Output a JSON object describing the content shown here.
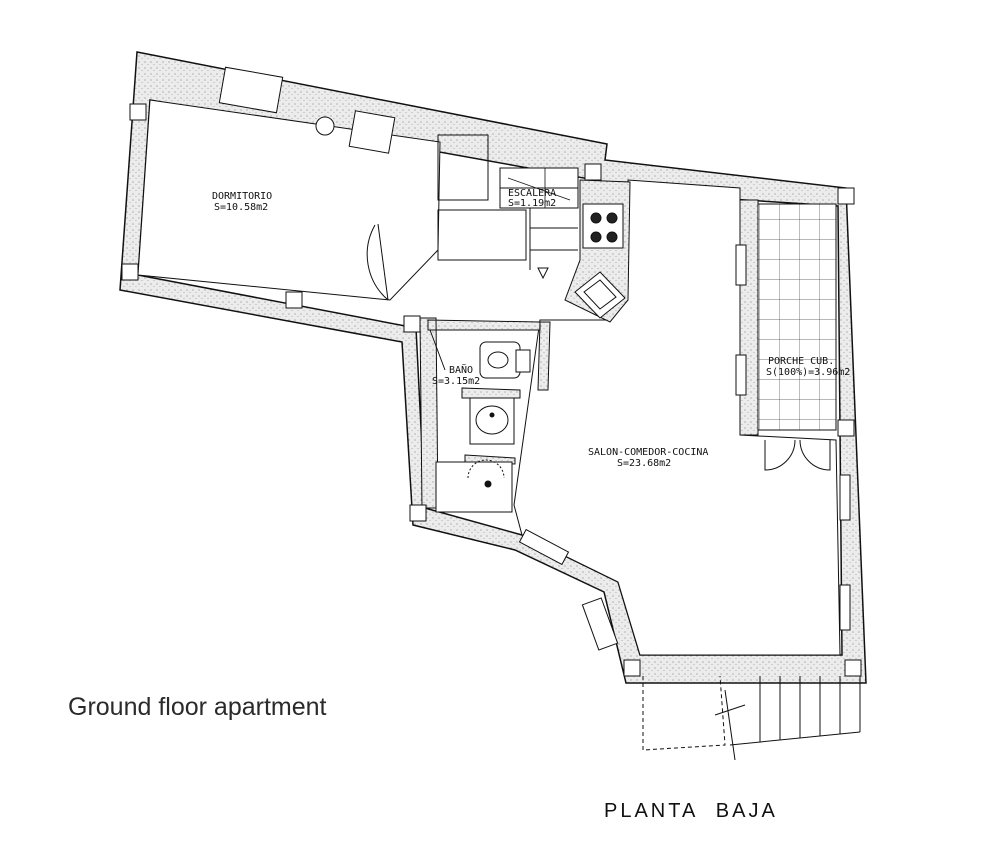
{
  "caption": "Ground floor apartment",
  "plan_title": "PLANTA BAJA",
  "rooms": {
    "dormitorio": {
      "name": "DORMITORIO",
      "area": "S=10.58m2"
    },
    "escalera": {
      "name": "ESCALERA",
      "area": "S=1.19m2"
    },
    "bano": {
      "name": "BAÑO",
      "area": "S=3.15m2"
    },
    "porche": {
      "name": "PORCHE CUB.",
      "area": "S(100%)=3.96m2"
    },
    "salon": {
      "name": "SALON-COMEDOR-COCINA",
      "area": "S=23.68m2"
    }
  },
  "icons": [
    "stove-icon",
    "sink-icon",
    "toilet-icon",
    "washbasin-icon",
    "shower-icon",
    "door-swing-icon",
    "up-arrow-icon"
  ],
  "colors": {
    "ink": "#111111",
    "wall_fill": "#e9e9e9",
    "background": "#ffffff"
  }
}
